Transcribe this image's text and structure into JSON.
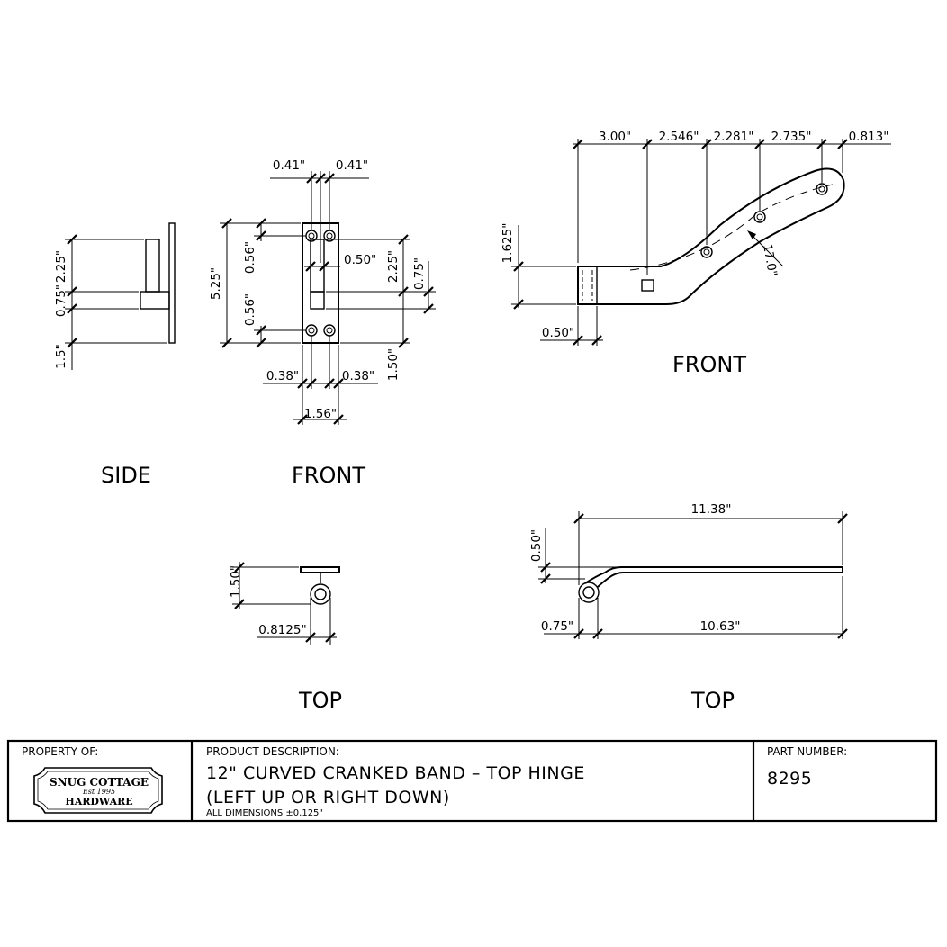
{
  "views": {
    "side_label": "SIDE",
    "front_left_label": "FRONT",
    "front_right_label": "FRONT",
    "top_left_label": "TOP",
    "top_right_label": "TOP"
  },
  "dims": {
    "side": [
      "2.25\"",
      "0.75\"",
      "1.5\""
    ],
    "front_left": {
      "top_left": "0.41\"",
      "top_right": "0.41\"",
      "overall_height": "5.25\"",
      "upper_spacing": "0.56\"",
      "lower_spacing": "0.56\"",
      "slot_width": "0.50\"",
      "right_upper": "2.25\"",
      "right_mid": "0.75\"",
      "right_lower": "1.50\"",
      "bottom_left": "0.38\"",
      "bottom_right": "0.38\"",
      "width": "1.56\""
    },
    "front_right": {
      "d1": "3.00\"",
      "d2": "2.546\"",
      "d3": "2.281\"",
      "d4": "2.735\"",
      "d5": "0.813\"",
      "height": "1.625\"",
      "thickness": "0.50\"",
      "angle": "17.0\""
    },
    "top_left": {
      "height": "1.50\"",
      "offset": "0.8125\""
    },
    "top_right": {
      "overall": "11.38\"",
      "crank": "0.50\"",
      "barrel": "0.75\"",
      "length": "10.63\""
    }
  },
  "title_block": {
    "property_label": "PROPERTY OF:",
    "logo": {
      "line1": "SNUG COTTAGE",
      "line2": "Est 1995",
      "line3": "HARDWARE"
    },
    "description_label": "PRODUCT DESCRIPTION:",
    "description_line1": "12\" CURVED CRANKED BAND – TOP HINGE",
    "description_line2": "(LEFT UP OR RIGHT DOWN)",
    "tolerance": "ALL DIMENSIONS ±0.125\"",
    "part_label": "PART NUMBER:",
    "part_number": "8295"
  }
}
